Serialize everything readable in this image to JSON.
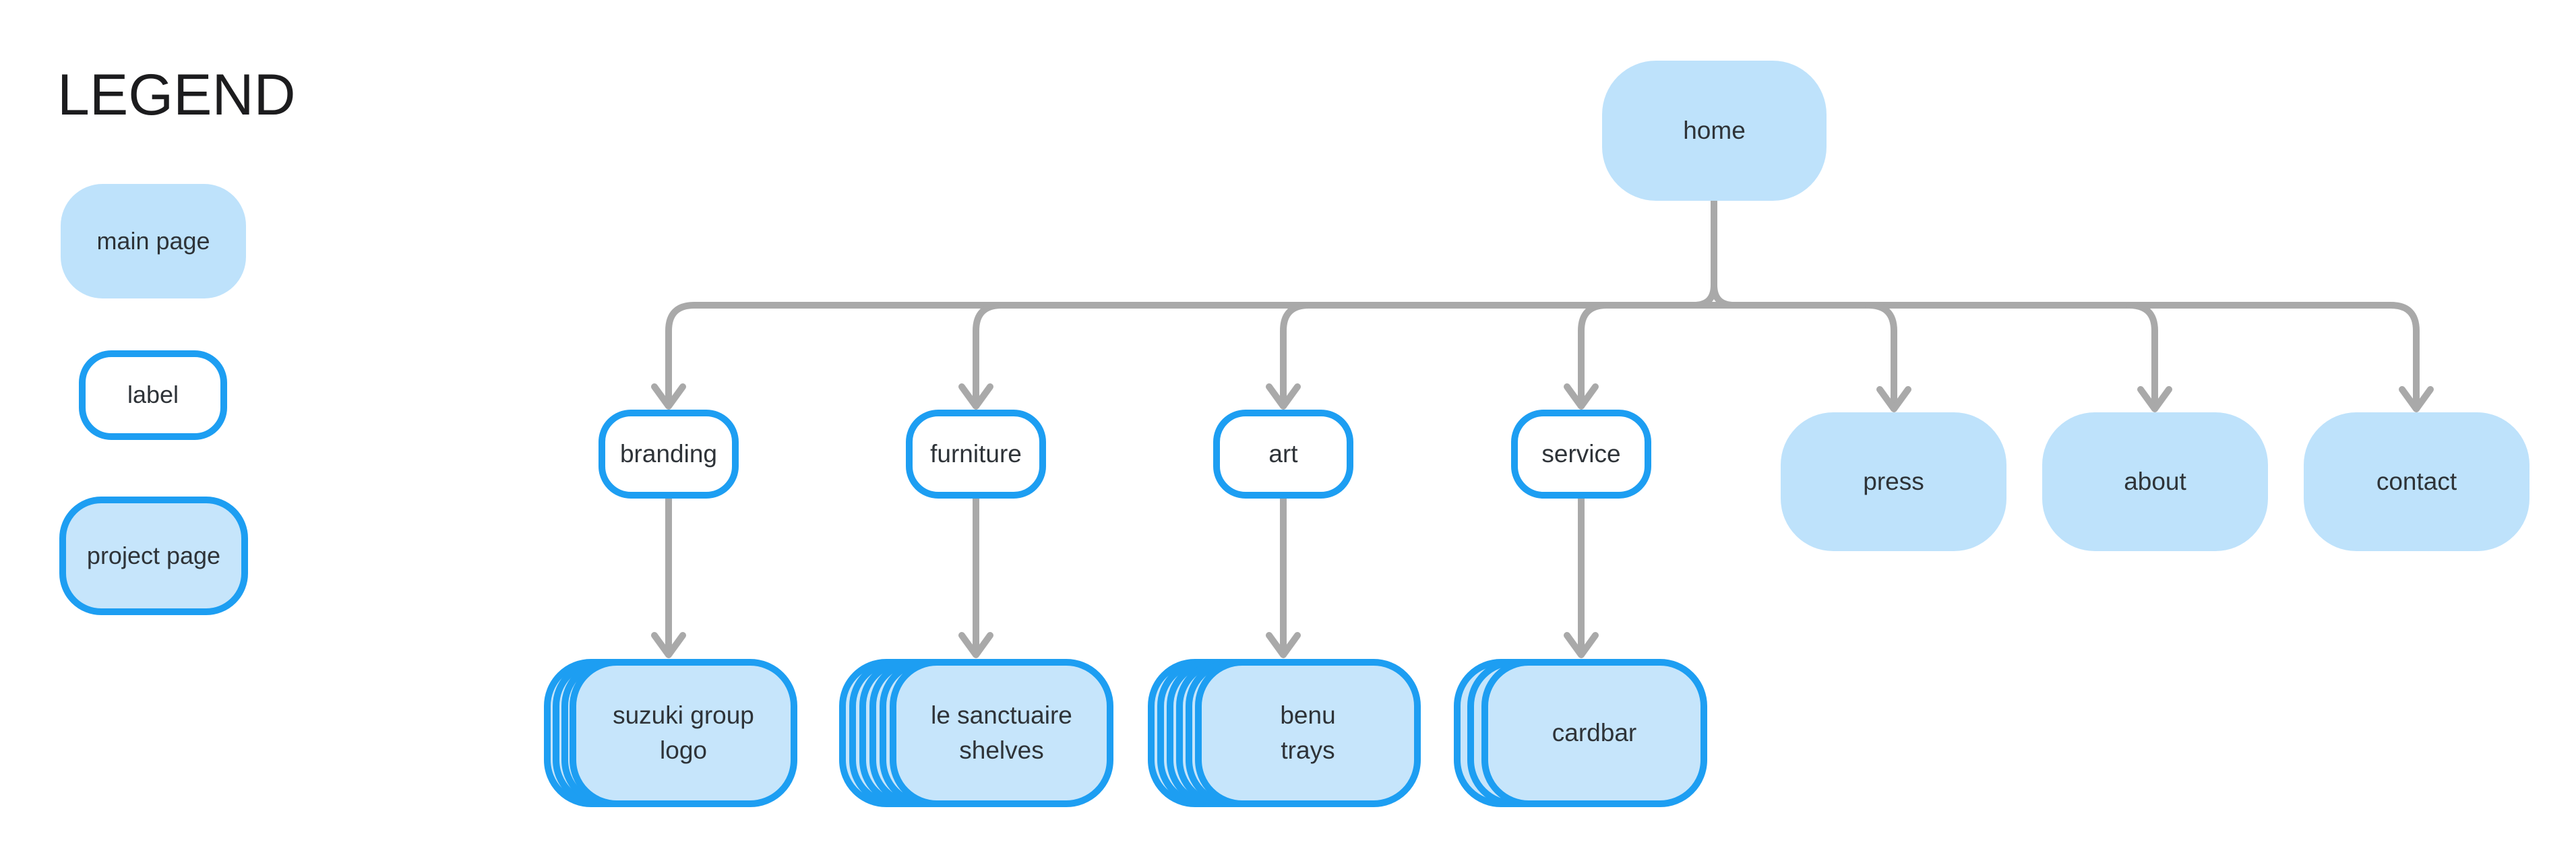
{
  "colors": {
    "node_fill": "#BEE2FB",
    "project_fill": "#C6E5FB",
    "border_blue": "#1D9EF2",
    "connector_gray": "#A9A9A9",
    "text": "#2E3338",
    "title_text": "#1C1C1E",
    "background": "#FFFFFF"
  },
  "legend": {
    "title": "LEGEND",
    "items": [
      {
        "label": "main page",
        "type": "main page"
      },
      {
        "label": "label",
        "type": "label"
      },
      {
        "label": "project page",
        "type": "project page"
      }
    ]
  },
  "sitemap": {
    "root": {
      "label": "home",
      "type": "main page"
    },
    "children": [
      {
        "label": "branding",
        "type": "label",
        "project": {
          "name": "suzuki group logo",
          "lines": [
            "suzuki group",
            "logo"
          ],
          "stack_count": 4
        }
      },
      {
        "label": "furniture",
        "type": "label",
        "project": {
          "name": "le sanctuaire shelves",
          "lines": [
            "le sanctuaire",
            "shelves"
          ],
          "stack_count": 6
        }
      },
      {
        "label": "art",
        "type": "label",
        "project": {
          "name": "benu trays",
          "lines": [
            "benu",
            "trays"
          ],
          "stack_count": 6
        }
      },
      {
        "label": "service",
        "type": "label",
        "project": {
          "name": "cardbar",
          "lines": [
            "cardbar"
          ],
          "stack_count": 3
        }
      },
      {
        "label": "press",
        "type": "main page"
      },
      {
        "label": "about",
        "type": "main page"
      },
      {
        "label": "contact",
        "type": "main page"
      }
    ]
  }
}
